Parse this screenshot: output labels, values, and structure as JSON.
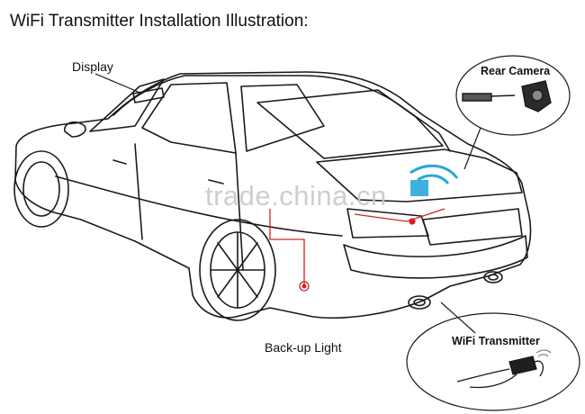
{
  "title": "WiFi Transmitter Installation Illustration:",
  "labels": {
    "display": "Display",
    "rear_camera": "Rear Camera",
    "backup_light": "Back-up Light",
    "wifi_transmitter": "WiFi Transmitter"
  },
  "watermark": "trade.china.cn",
  "colors": {
    "line": "#1a1a1a",
    "wire": "#d42020",
    "signal": "#2aa7d8"
  }
}
